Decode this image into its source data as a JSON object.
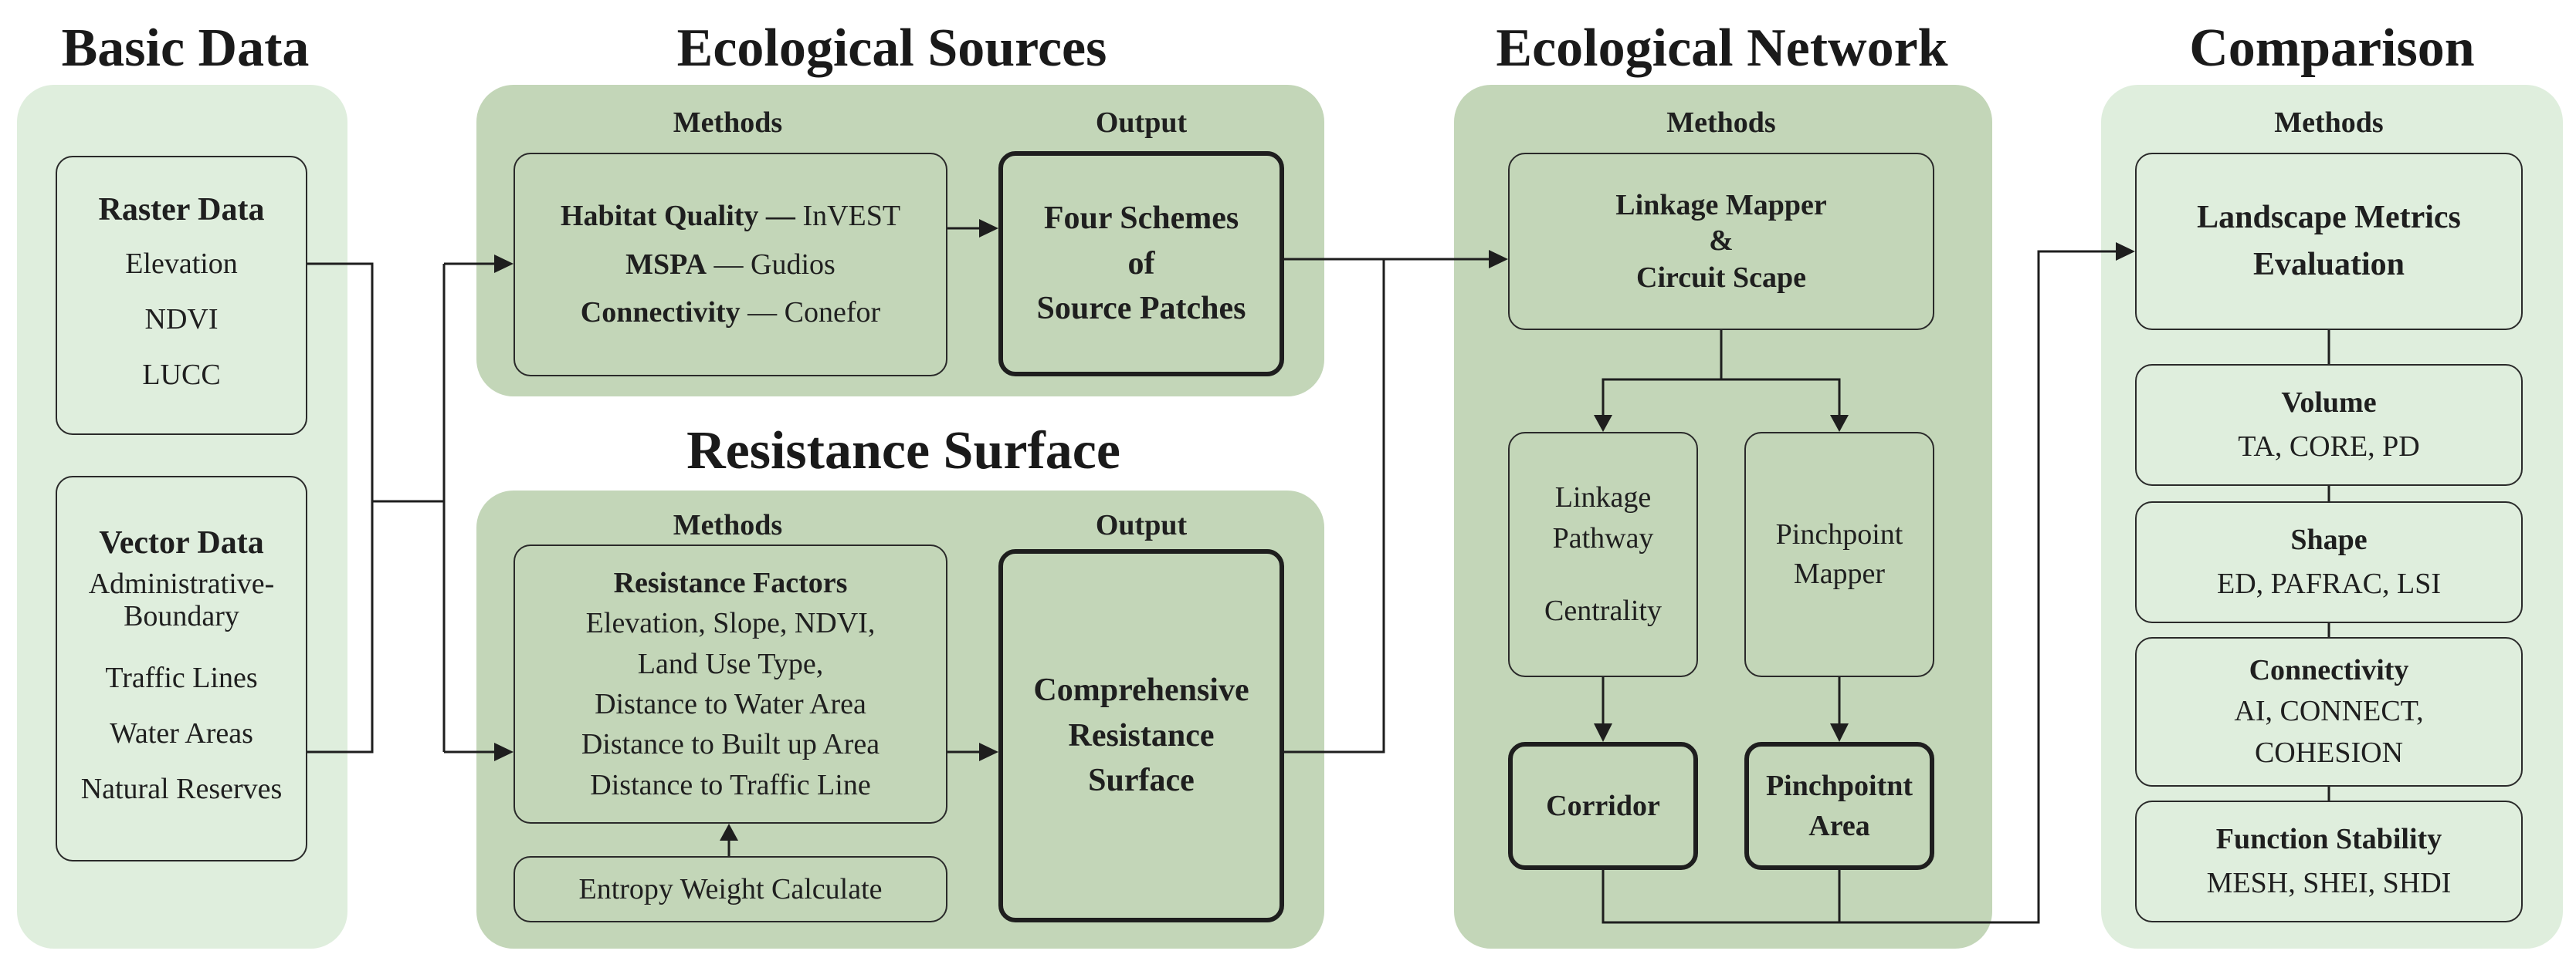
{
  "titles": {
    "basic": "Basic Data",
    "sources": "Ecological Sources",
    "resistance": "Resistance Surface",
    "network": "Ecological Network",
    "comparison": "Comparison"
  },
  "basic": {
    "raster": {
      "title": "Raster Data",
      "items": [
        "Elevation",
        "NDVI",
        "LUCC"
      ]
    },
    "vector": {
      "title": "Vector Data",
      "items": [
        "Administrative-",
        "Boundary",
        "Traffic Lines",
        "Water Areas",
        "Natural Reserves"
      ]
    }
  },
  "sources": {
    "methods_label": "Methods",
    "output_label": "Output",
    "methods": [
      {
        "name": "Habitat Quality —",
        "tool": " InVEST"
      },
      {
        "name": "MSPA",
        "tool": " — Gudios"
      },
      {
        "name": "Connectivity",
        "tool": " — Conefor"
      }
    ],
    "output": [
      "Four Schemes",
      "of",
      "Source Patches"
    ]
  },
  "resistance": {
    "methods_label": "Methods",
    "output_label": "Output",
    "factors_title": "Resistance Factors",
    "factors": [
      "Elevation, Slope, NDVI,",
      "Land Use Type,",
      "Distance to Water Area",
      "Distance to Built up Area",
      "Distance to Traffic Line"
    ],
    "entropy": "Entropy Weight Calculate",
    "output": [
      "Comprehensive",
      "Resistance",
      "Surface"
    ]
  },
  "network": {
    "methods_label": "Methods",
    "tool": [
      "Linkage Mapper",
      "&",
      "Circuit Scape"
    ],
    "linkage": [
      "Linkage",
      "Pathway",
      "Centrality"
    ],
    "pinchpoint": [
      "Pinchpoint",
      "Mapper"
    ],
    "corridor": "Corridor",
    "pinch_area": [
      "Pinchpoitnt",
      "Area"
    ]
  },
  "comparison": {
    "methods_label": "Methods",
    "header": [
      "Landscape Metrics",
      "Evaluation"
    ],
    "metrics": [
      {
        "title": "Volume",
        "values": [
          "TA, CORE, PD"
        ]
      },
      {
        "title": "Shape",
        "values": [
          "ED, PAFRAC, LSI"
        ]
      },
      {
        "title": "Connectivity",
        "values": [
          "AI, CONNECT,",
          "COHESION"
        ]
      },
      {
        "title": "Function Stability",
        "values": [
          "MESH, SHEI, SHDI"
        ]
      }
    ]
  },
  "colors": {
    "light_panel": "#dfeedd",
    "mid_panel": "#c3d6b8",
    "line": "#1e1e1e"
  }
}
